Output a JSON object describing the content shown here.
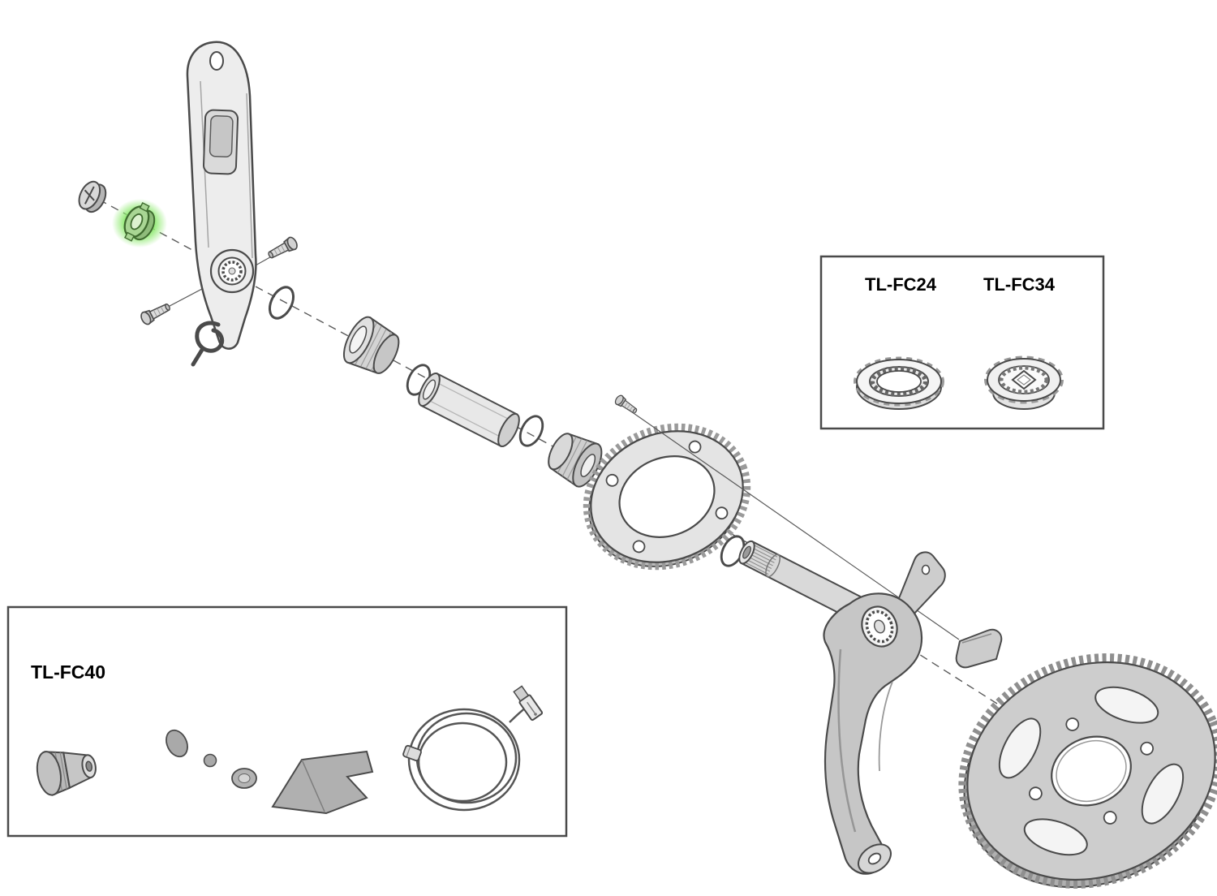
{
  "labels": {
    "tl_fc24": "TL-FC24",
    "tl_fc34": "TL-FC34",
    "tl_fc40": "TL-FC40"
  },
  "colors": {
    "background": "#ffffff",
    "outline": "#4a4a4a",
    "highlight": "#8ce96d"
  },
  "parts": [
    "crank-fixing-cap",
    "highlighted-lockring",
    "left-crank-arm",
    "pinch-bolt",
    "retaining-clip",
    "o-ring",
    "bottom-bracket-cup",
    "bottom-bracket-sleeve",
    "chainring-bolt",
    "inner-chainring",
    "crank-spindle",
    "right-crank-arm",
    "crank-cover-cap",
    "outer-chainring",
    "lockring-tool",
    "adapter-socket-tool",
    "preload-tool",
    "wrench-plate",
    "usb-charging-cable"
  ]
}
